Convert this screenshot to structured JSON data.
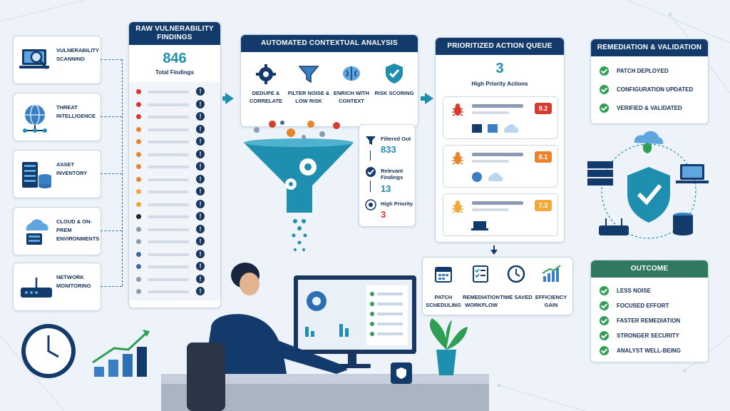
{
  "sources": [
    {
      "label": "Vulnerability Scanning",
      "icon": "laptop-magnifier-icon"
    },
    {
      "label": "Threat Intelligence",
      "icon": "globe-network-icon"
    },
    {
      "label": "Asset Inventory",
      "icon": "server-database-icon"
    },
    {
      "label": "Cloud & On-Prem Environments",
      "icon": "cloud-server-icon"
    },
    {
      "label": "Network Monitoring",
      "icon": "router-icon"
    }
  ],
  "raw": {
    "title": "Raw Vulnerability Findings",
    "count": "846",
    "count_label": "Total Findings",
    "severity_colors": [
      "#d63b2f",
      "#d63b2f",
      "#d63b2f",
      "#e8842c",
      "#e8842c",
      "#e8842c",
      "#e8842c",
      "#e8842c",
      "#f0a93a",
      "#f0a93a",
      "#222222",
      "#8a9bb3",
      "#8a9bb3",
      "#3b6aa8",
      "#3b6aa8",
      "#8a9bb3",
      "#8a9bb3"
    ]
  },
  "analysis": {
    "title": "Automated Contextual Analysis",
    "steps": [
      {
        "label": "Dedupe & Correlate",
        "icon": "gear-icon"
      },
      {
        "label": "Filter Noise & Low Risk",
        "icon": "filter-icon"
      },
      {
        "label": "Enrich with Context",
        "icon": "brain-icon"
      },
      {
        "label": "Risk Scoring",
        "icon": "shield-check-icon"
      }
    ],
    "stats": [
      {
        "label": "Filtered Out",
        "value": "833",
        "icon": "filter-icon",
        "color": "#1f8fb0"
      },
      {
        "label": "Relevant Findings",
        "value": "13",
        "icon": "check-circle-icon",
        "color": "#1f8fb0"
      },
      {
        "label": "High Priority",
        "value": "3",
        "icon": "target-icon",
        "color": "#d63b2f"
      }
    ]
  },
  "queue": {
    "title": "Prioritized Action Queue",
    "count": "3",
    "count_label": "High Priority Actions",
    "items": [
      {
        "score": "9.2",
        "color": "#d63b2f",
        "bug_color": "#d63b2f"
      },
      {
        "score": "8.1",
        "color": "#e8842c",
        "bug_color": "#e8842c"
      },
      {
        "score": "7.3",
        "color": "#f0a93a",
        "bug_color": "#f0a93a"
      }
    ]
  },
  "actions": [
    {
      "label": "Patch Scheduling",
      "icon": "calendar-icon"
    },
    {
      "label": "Remediation Workflow",
      "icon": "checklist-icon"
    },
    {
      "label": "Time Saved",
      "icon": "clock-icon"
    },
    {
      "label": "Efficiency Gain",
      "icon": "chart-up-icon"
    }
  ],
  "remediation": {
    "title": "Remediation & Validation",
    "items": [
      "Patch Deployed",
      "Configuration Updated",
      "Verified & Validated"
    ]
  },
  "outcome": {
    "title": "Outcome",
    "items": [
      "Less Noise",
      "Focused Effort",
      "Faster Remediation",
      "Stronger Security",
      "Analyst Well-Being"
    ]
  },
  "colors": {
    "navy": "#123a6b",
    "teal": "#1f8fb0",
    "green": "#2e9e53",
    "outcome_green": "#2f7a5e"
  }
}
